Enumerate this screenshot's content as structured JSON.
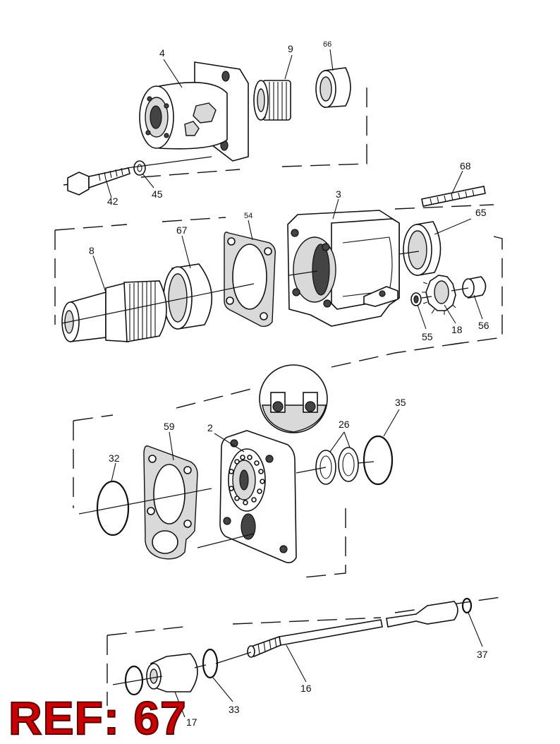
{
  "labels": {
    "p4": "4",
    "p9": "9",
    "p66": "66",
    "p42": "42",
    "p45": "45",
    "p68": "68",
    "p3": "3",
    "p65": "65",
    "p54": "54",
    "p67": "67",
    "p8": "8",
    "p55": "55",
    "p18": "18",
    "p56": "56",
    "p26": "26",
    "p35": "35",
    "p59": "59",
    "p2": "2",
    "p32": "32",
    "p37": "37",
    "p16": "16",
    "p33": "33",
    "p17": "17"
  },
  "reference": {
    "text": "REF: 67",
    "color": "#cc0000"
  },
  "icons": [
    "hydraulic-motor-housing",
    "gear-shaft",
    "o-ring",
    "gasket",
    "bolt"
  ]
}
